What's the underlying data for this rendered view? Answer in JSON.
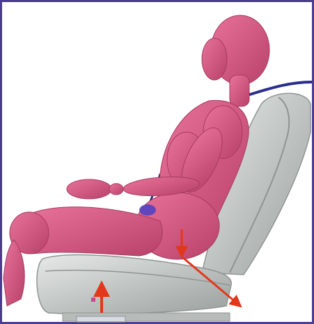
{
  "scene": {
    "colors": {
      "frame": "#4b3b8f",
      "background": "#ffffff",
      "dummy": "#d9577f",
      "dummy_shadow": "#b8416a",
      "seat": "#c7cbc9",
      "seat_shadow": "#9aa09e",
      "belt": "#2a2f8c",
      "force_arrow": "#e2371b",
      "contact": "#4b3fc2"
    },
    "icons": [
      "crash-test-dummy",
      "vehicle-seat",
      "seat-belt",
      "force-arrow"
    ]
  }
}
